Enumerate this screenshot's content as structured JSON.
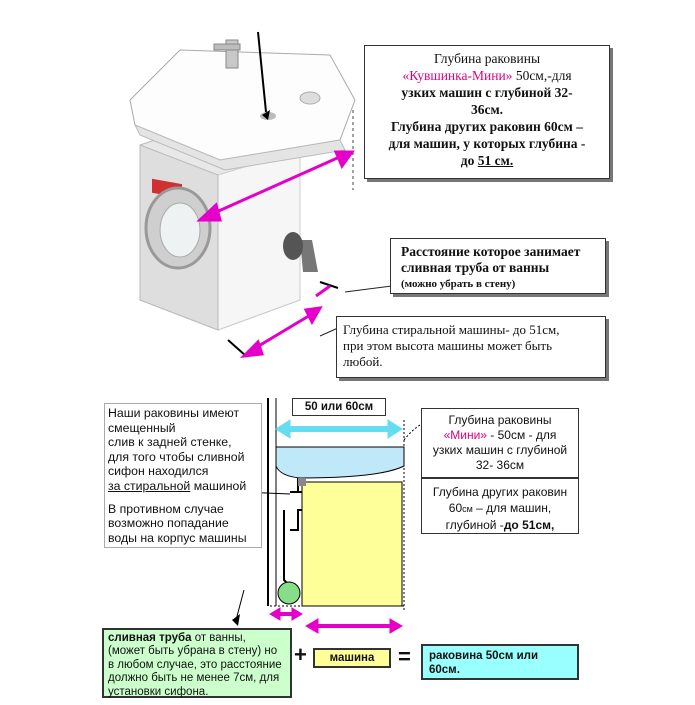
{
  "top_box": {
    "line1": "Глубина раковины",
    "line2_pink": "«Кувшинка-Мини»",
    "line2_rest": " 50см,-для",
    "line3": "узких  машин   с глубиной 32-",
    "line4": "36см.",
    "line5": "Глубина других раковин 60см –",
    "line6": "для машин,  у которых глубина -",
    "line7_pre": "до ",
    "line7_u": "51 см."
  },
  "drain_box": {
    "line1": "Расстояние которое занимает",
    "line2": "сливная труба от ванны",
    "line3": "(можно убрать в стену)"
  },
  "machine_depth_box": {
    "line1": "Глубина стиральной машины- до 51см,",
    "line2": "при этом высота    машины может быть",
    "line3": "любой."
  },
  "left_note": {
    "line1": "Наши раковины  имеют",
    "line2": "смещенный",
    "line3": "слив к задней стенке,",
    "line4": "для того чтобы сливной",
    "line5": "сифон находился",
    "line6": "за стиральной",
    "line6_rest": " машиной",
    "line7": "В противном случае",
    "line8": "возможно попадание",
    "line9": "воды на корпус машины"
  },
  "width_label": "50 или 60см",
  "mini_box": {
    "line1": "Глубина раковины",
    "line2_pink": "«Мини»",
    "line2_rest": " - 50см - для",
    "line3": "узких машин с   глубиной",
    "line4": "32- 36см"
  },
  "other_box": {
    "line1": "Глубина других раковин",
    "line2_num": "60",
    "line2_small": "см",
    "line2_rest": " – для машин,",
    "line3_pre": "глубиной -",
    "line3_b": "до",
    "line3_rest": "  51см,"
  },
  "pipe_box": {
    "line1_b": "сливная  труба",
    "line1_rest": "   от ванны,",
    "line2": "(может быть убрана в стену) но",
    "line3": "в любом случае, это расстояние",
    "line4": "должно быть не менее 7см, для",
    "line5": "установки сифона."
  },
  "formula": {
    "plus": "+",
    "machine": "машина",
    "equals": "=",
    "result_line1": "раковина 50см или",
    "result_line2": "60см."
  },
  "colors": {
    "arrow_pink": "#e400c8",
    "arrow_cyan": "#66ddee",
    "machine_yellow": "#ffff99",
    "pipe_green": "#88dd88",
    "pipe_box_bg": "#ccffcc",
    "result_bg": "#99ffff",
    "sink_blue": "#bfe8f8"
  }
}
